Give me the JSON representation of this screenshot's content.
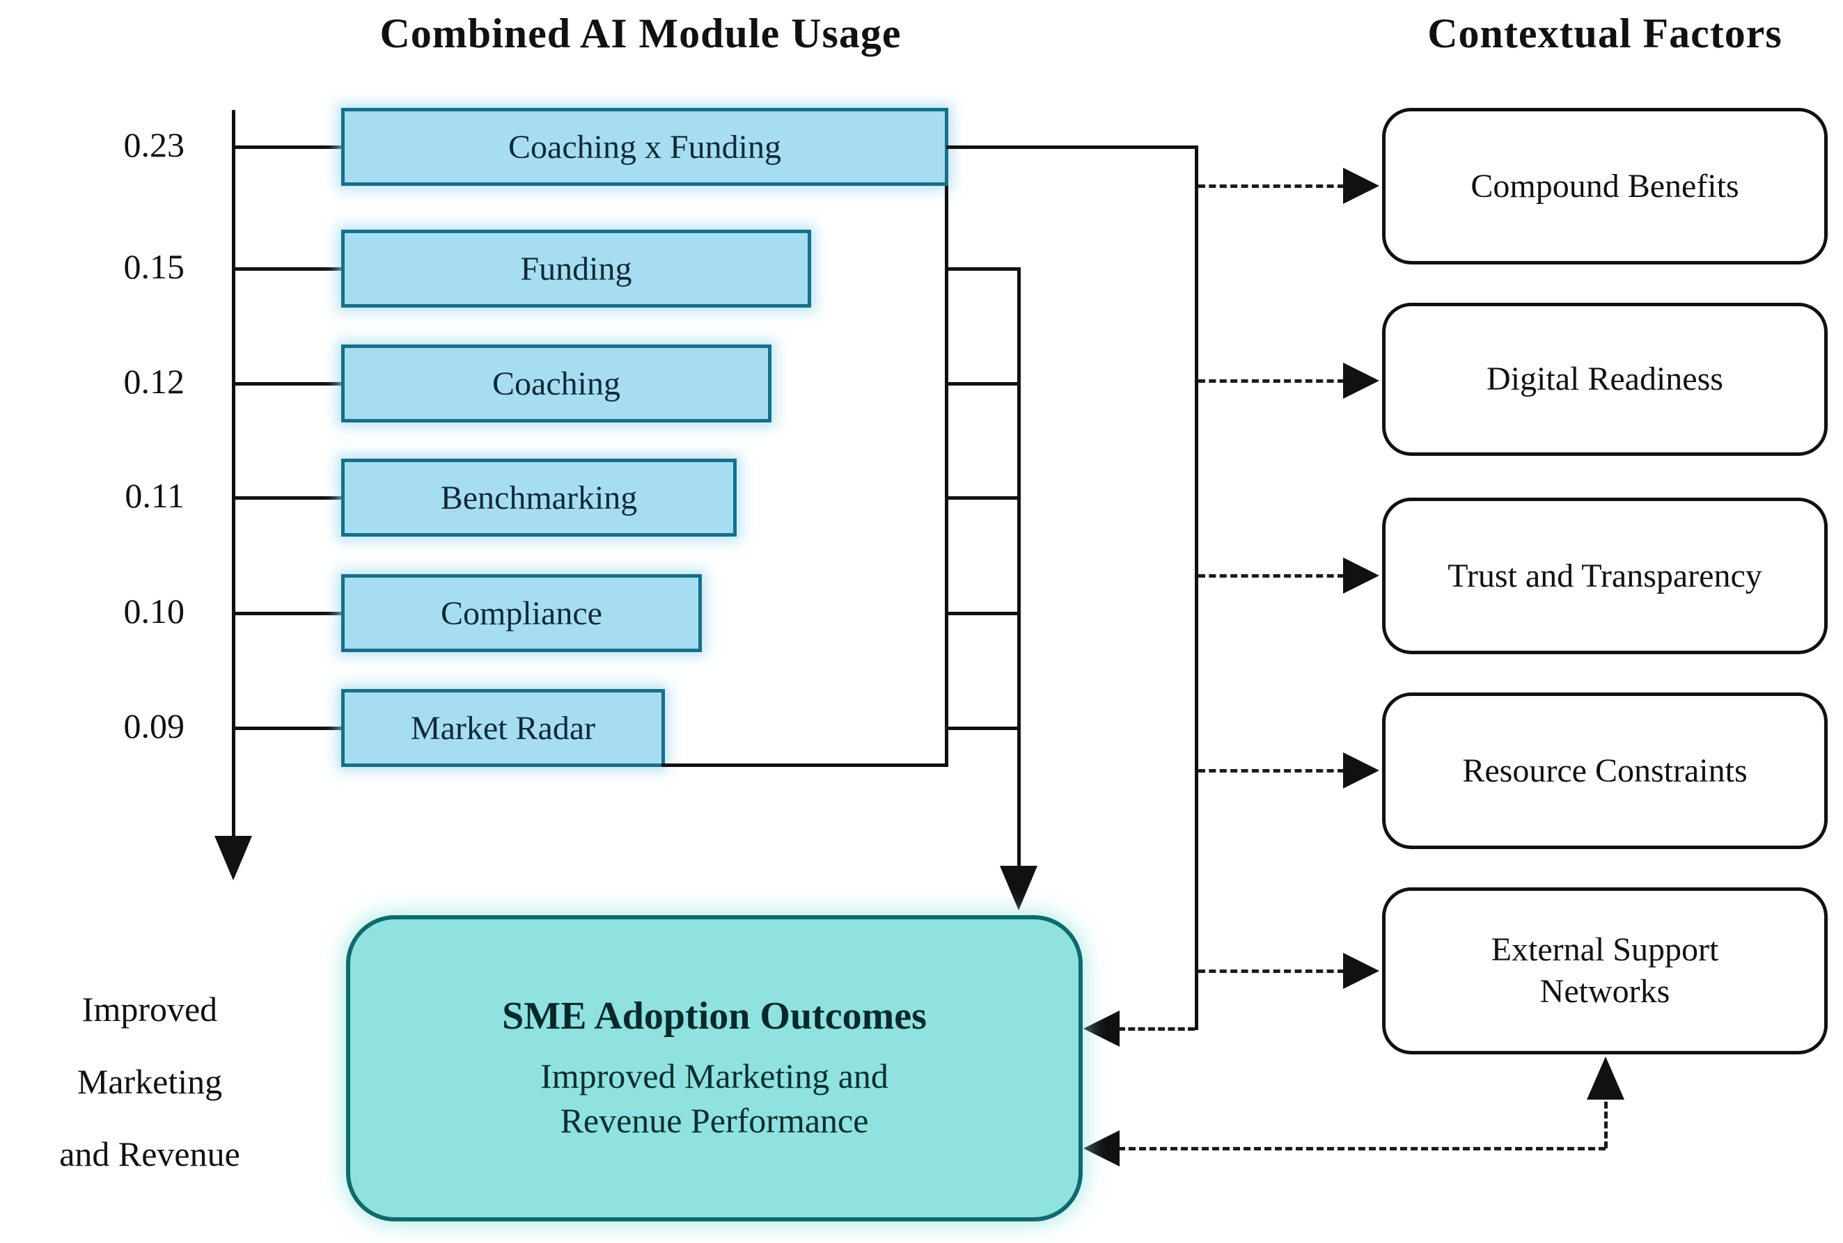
{
  "titles": {
    "left": "Combined AI Module Usage",
    "right": "Contextual Factors"
  },
  "axis": {
    "tick_labels": [
      "0.23",
      "0.15",
      "0.12",
      "0.11",
      "0.10",
      "0.09"
    ],
    "caption_lines": [
      "Improved",
      "Marketing",
      "and Revenue"
    ]
  },
  "bars": [
    {
      "label": "Coaching x Funding",
      "value": 0.23
    },
    {
      "label": "Funding",
      "value": 0.15
    },
    {
      "label": "Coaching",
      "value": 0.12
    },
    {
      "label": "Benchmarking",
      "value": 0.11
    },
    {
      "label": "Compliance",
      "value": 0.1
    },
    {
      "label": "Market Radar",
      "value": 0.09
    }
  ],
  "contextual_factors": [
    {
      "lines": [
        "Compound Benefits"
      ]
    },
    {
      "lines": [
        "Digital Readiness"
      ]
    },
    {
      "lines": [
        "Trust and Transparency"
      ]
    },
    {
      "lines": [
        "Resource Constraints"
      ]
    },
    {
      "lines": [
        "External Support",
        "Networks"
      ]
    }
  ],
  "outcome_box": {
    "title": "SME Adoption Outcomes",
    "subtitle_lines": [
      "Improved Marketing and",
      "Revenue Performance"
    ]
  },
  "colors": {
    "bar_fill": "#a7ddf1",
    "bar_border": "#14708c",
    "outcome_fill": "#8fe2df",
    "outcome_border": "#0d6b6b",
    "factor_box_border": "#111111",
    "line_color": "#111111",
    "background": "#ffffff"
  },
  "chart_data": {
    "type": "bar",
    "orientation": "horizontal",
    "title": "Combined AI Module Usage",
    "categories": [
      "Coaching x Funding",
      "Funding",
      "Coaching",
      "Benchmarking",
      "Compliance",
      "Market Radar"
    ],
    "values": [
      0.23,
      0.15,
      0.12,
      0.11,
      0.1,
      0.09
    ],
    "xlabel": "",
    "ylabel": "Improved Marketing and Revenue",
    "value_axis_tick_labels": [
      "0.23",
      "0.15",
      "0.12",
      "0.11",
      "0.10",
      "0.09"
    ],
    "grid": false,
    "legend": false
  }
}
